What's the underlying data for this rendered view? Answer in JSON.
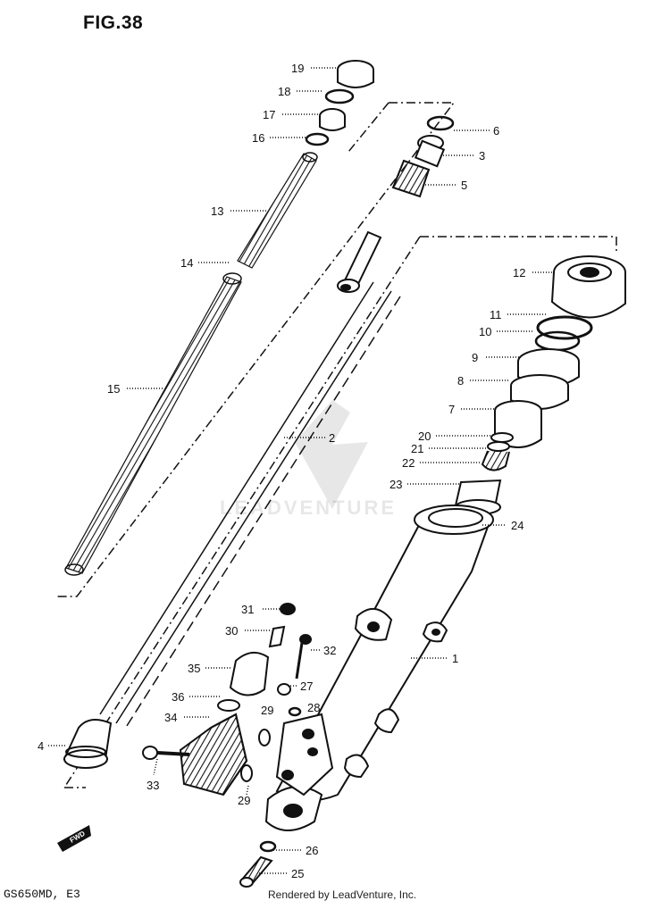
{
  "figure": {
    "title": "FIG.38",
    "model": "GS650MD, E3"
  },
  "credit": "Rendered by LeadVenture, Inc.",
  "watermark": {
    "text": "LEADVENTURE"
  },
  "fwd_badge": {
    "text": "FWD"
  },
  "callouts": {
    "c1": "1",
    "c2": "2",
    "c3": "3",
    "c4": "4",
    "c5": "5",
    "c6": "6",
    "c7": "7",
    "c8": "8",
    "c9": "9",
    "c10": "10",
    "c11": "11",
    "c12": "12",
    "c13": "13",
    "c14": "14",
    "c15": "15",
    "c16": "16",
    "c17": "17",
    "c18": "18",
    "c19": "19",
    "c20": "20",
    "c21": "21",
    "c22": "22",
    "c23": "23",
    "c24": "24",
    "c25": "25",
    "c26": "26",
    "c27": "27",
    "c28": "28",
    "c29a": "29",
    "c29b": "29",
    "c30": "30",
    "c31": "31",
    "c32": "32",
    "c33": "33",
    "c34": "34",
    "c35": "35",
    "c36": "36"
  }
}
